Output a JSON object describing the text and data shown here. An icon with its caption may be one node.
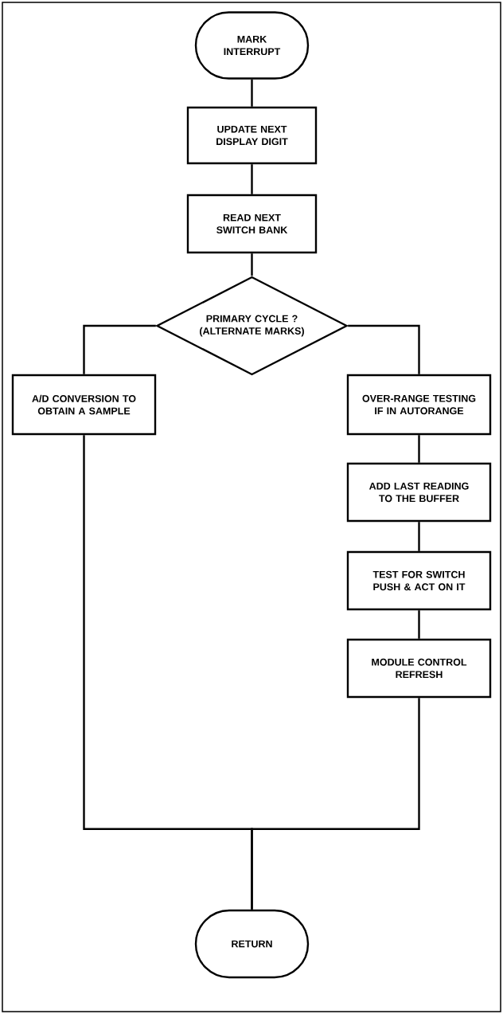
{
  "diagram": {
    "nodes": [
      {
        "text": [
          "MARK INTERRUPT"
        ]
      },
      {
        "text": [
          "UPDATE NEXT DISPLAY DIGIT"
        ]
      },
      {
        "text": [
          "READ NEXT SWITCH BANK"
        ]
      },
      {
        "text": [
          "PRIMARY CYCLE ? (ALTERNATE MARKS)"
        ]
      },
      {
        "text": [
          "A/D CONVERSION TO OBTAIN A SAMPLE"
        ]
      },
      {
        "text": [
          "OVER-RANGE TESTING IF IN AUTORANGE"
        ]
      },
      {
        "text": [
          "ADD LAST READING TO THE BUFFER"
        ]
      },
      {
        "text": [
          "TEST FOR SWITCH PUSH & ACT ON IT"
        ]
      },
      {
        "text": [
          "MODULE CONTROL REFRESH"
        ]
      },
      {
        "text": [
          "RETURN"
        ]
      }
    ],
    "edges": [
      {
        "from": 0,
        "to": 1,
        "arrow": "none"
      },
      {
        "from": 1,
        "to": 2,
        "arrow": "none"
      },
      {
        "from": 2,
        "to": 3,
        "arrow": "none"
      },
      {
        "from": 3,
        "to": 4,
        "arrow": "none"
      },
      {
        "from": 3,
        "to": 5,
        "arrow": "none"
      },
      {
        "from": 5,
        "to": 6,
        "arrow": "none"
      },
      {
        "from": 6,
        "to": 7,
        "arrow": "none"
      },
      {
        "from": 7,
        "to": 8,
        "arrow": "none"
      },
      {
        "from": 4,
        "to": 9,
        "arrow": "none"
      },
      {
        "from": 8,
        "to": 9,
        "arrow": "none"
      }
    ]
  }
}
